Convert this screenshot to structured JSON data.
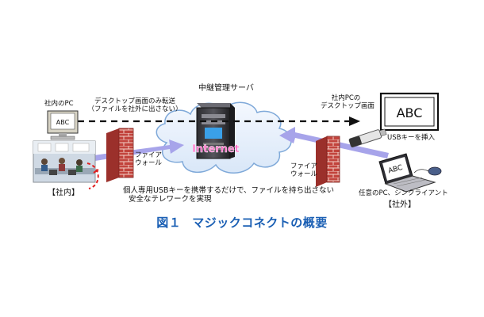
{
  "labels": {
    "server": "中継管理サーバ",
    "internal_pc": "社内のPC",
    "transfer_line1": "デスクトップ画面のみ転送",
    "transfer_line2": "（ファイルを社外に出さない）",
    "remote_pc_line1": "社内PCの",
    "remote_pc_line2": "デスクトップ画面",
    "usb_insert": "USBキーを挿入",
    "firewall_left_1": "ファイア",
    "firewall_left_2": "ウォール",
    "firewall_right_1": "ファイア",
    "firewall_right_2": "ウォール",
    "internet": "Internet",
    "in_office": "【社内】",
    "out_office": "【社外】",
    "any_pc": "任意のPC、シンクライアント",
    "bottom_line1": "個人専用USBキーを携帯するだけで、ファイルを持ち出さない",
    "bottom_line2": "安全なテレワークを実現",
    "monitor_text_small": "ABC",
    "monitor_text_big": "ABC",
    "laptop_text": "ABC"
  },
  "caption": {
    "number": "図１",
    "title": "マジックコネクトの概要"
  },
  "colors": {
    "caption": "#1a5fb4",
    "cloud_fill": "#e6f0fb",
    "cloud_stroke": "#7fa9d9",
    "arrow": "#a7a4ea",
    "internet_text": "#ff6ec7",
    "firewall": "#c2443d"
  }
}
